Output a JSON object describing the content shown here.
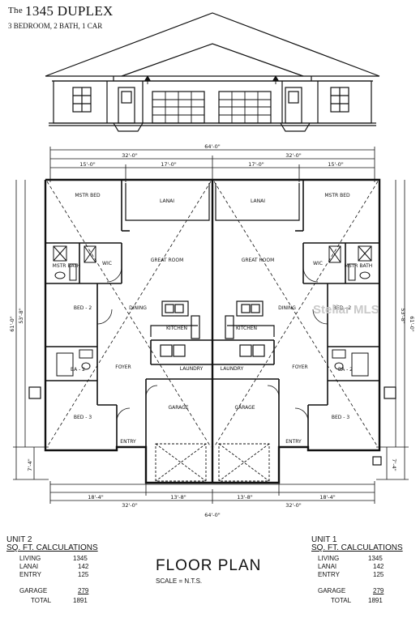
{
  "header": {
    "title_prefix": "The",
    "title": "1345 DUPLEX",
    "subtitle": "3 BEDROOM, 2 BATH, 1 CAR"
  },
  "dimensions": {
    "overall": "64'-0\"",
    "half_left": "32'-0\"",
    "half_right": "32'-0\"",
    "seg_15": "15'-0\"",
    "seg_17": "17'-0\"",
    "seg_18_4": "18'-4\"",
    "seg_13_8": "13'-8\"",
    "depth_61": "61'-0\"",
    "depth_53_8": "53'-8\"",
    "depth_7_4": "7'-4\""
  },
  "rooms": {
    "mstr_bed": "MSTR BED",
    "lanai": "LANAI",
    "great_room": "GREAT ROOM",
    "mstr_bath": "MSTR BATH",
    "wic": "WIC",
    "bed2": "BED - 2",
    "dining": "DINING",
    "kitchen": "KITCHEN",
    "ba2": "BA - 2",
    "foyer": "FOYER",
    "laundry": "LAUNDRY",
    "garage": "GARAGE",
    "bed3": "BED - 3",
    "entry": "ENTRY"
  },
  "unit2": {
    "label": "UNIT 2",
    "heading": "SQ. FT. CALCULATIONS",
    "rows": [
      {
        "name": "LIVING",
        "value": "1345"
      },
      {
        "name": "LANAI",
        "value": "142"
      },
      {
        "name": "ENTRY",
        "value": "125"
      },
      {
        "name": "GARAGE",
        "value": "279"
      },
      {
        "name": "TOTAL",
        "value": "1891"
      }
    ]
  },
  "unit1": {
    "label": "UNIT 1",
    "heading": "SQ. FT. CALCULATIONS",
    "rows": [
      {
        "name": "LIVING",
        "value": "1345"
      },
      {
        "name": "LANAI",
        "value": "142"
      },
      {
        "name": "ENTRY",
        "value": "125"
      },
      {
        "name": "GARAGE",
        "value": "279"
      },
      {
        "name": "TOTAL",
        "value": "1891"
      }
    ]
  },
  "floor_plan": {
    "title": "FLOOR PLAN",
    "scale": "SCALE = N.T.S."
  },
  "watermark": "Stellar MLS"
}
